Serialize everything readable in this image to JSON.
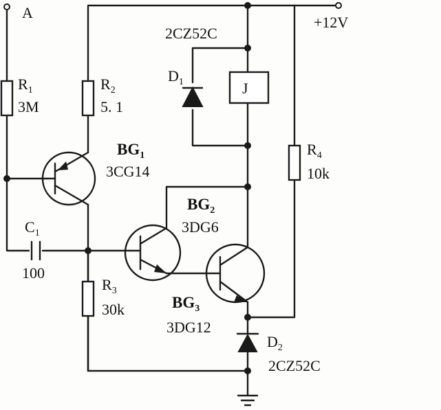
{
  "node_a": "A",
  "supply": "+12V",
  "r1": {
    "name": "R",
    "sub": "1",
    "value": "3M"
  },
  "r2": {
    "name": "R",
    "sub": "2",
    "value": "5. 1"
  },
  "r3": {
    "name": "R",
    "sub": "3",
    "value": "30k"
  },
  "r4": {
    "name": "R",
    "sub": "4",
    "value": "10k"
  },
  "c1": {
    "name": "C",
    "sub": "1",
    "value": "100"
  },
  "d1": {
    "name": "D",
    "sub": "1",
    "part": "2CZ52C"
  },
  "d2": {
    "name": "D",
    "sub": "2",
    "part": "2CZ52C"
  },
  "relay": "J",
  "bg1": {
    "name": "BG",
    "sub": "1",
    "part": "3CG14"
  },
  "bg2": {
    "name": "BG",
    "sub": "2",
    "part": "3DG6"
  },
  "bg3": {
    "name": "BG",
    "sub": "3",
    "part": "3DG12"
  },
  "colors": {
    "ink": "#1a1a1a",
    "paper": "#fdfdfb"
  }
}
